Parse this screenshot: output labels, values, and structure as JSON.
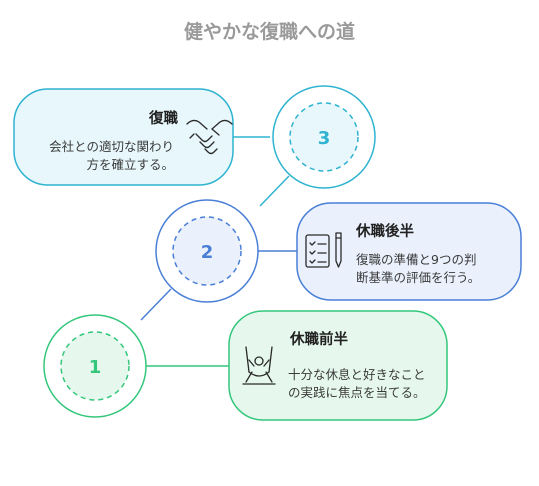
{
  "title": "健やかな復職への道",
  "steps": [
    {
      "number": "1",
      "heading": "休職前半",
      "lines": [
        "十分な休息と好きなこと",
        "の実践に焦点を当てる。"
      ],
      "icon": "swing-icon",
      "color": "#34c77b",
      "fill": "#e6f8ee"
    },
    {
      "number": "2",
      "heading": "休職後半",
      "lines": [
        "復職の準備と9つの判",
        "断基準の評価を行う。"
      ],
      "icon": "checklist-pen-icon",
      "color": "#4a7fd6",
      "fill": "#eaf1fc"
    },
    {
      "number": "3",
      "heading": "復職",
      "lines": [
        "会社との適切な関わり",
        "方を確立する。"
      ],
      "icon": "handshake-icon",
      "color": "#2fb3d0",
      "fill": "#e7f7fb"
    }
  ],
  "colors": {
    "title": "#9a9a9a",
    "heading": "#222222",
    "body": "#3a3a3a"
  }
}
